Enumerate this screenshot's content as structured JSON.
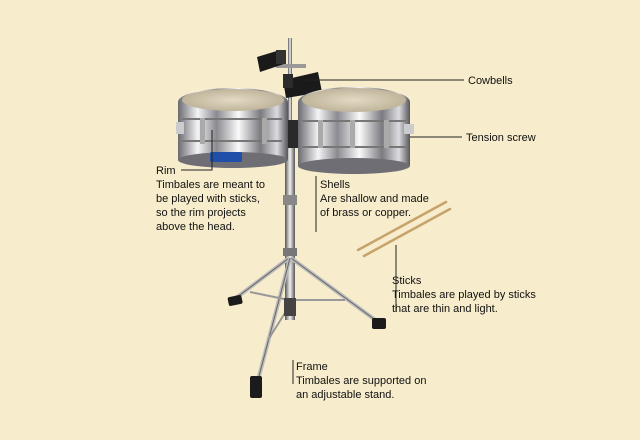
{
  "labels": {
    "cowbells": {
      "title": "Cowbells"
    },
    "tension_screw": {
      "title": "Tension screw"
    },
    "rim": {
      "title": "Rim",
      "description": "Timbales are meant to\nbe played with sticks,\nso the rim projects\nabove the head."
    },
    "shells": {
      "title": "Shells",
      "description": "Are shallow and made\nof brass or copper."
    },
    "sticks": {
      "title": "Sticks",
      "description": "Timbales are played by sticks\nthat are thin and light."
    },
    "frame": {
      "title": "Frame",
      "description": "Timbales are supported on\nan adjustable stand."
    }
  },
  "colors": {
    "background": "#f7eccb",
    "chrome_light": "#e8e8ea",
    "chrome_dark": "#5a5a60",
    "drum_head": "#d2c7ae",
    "cowbell": "#1a1a1a",
    "stick": "#c7a36c",
    "leader_line": "#222222",
    "badge": "#1f4fa8"
  }
}
